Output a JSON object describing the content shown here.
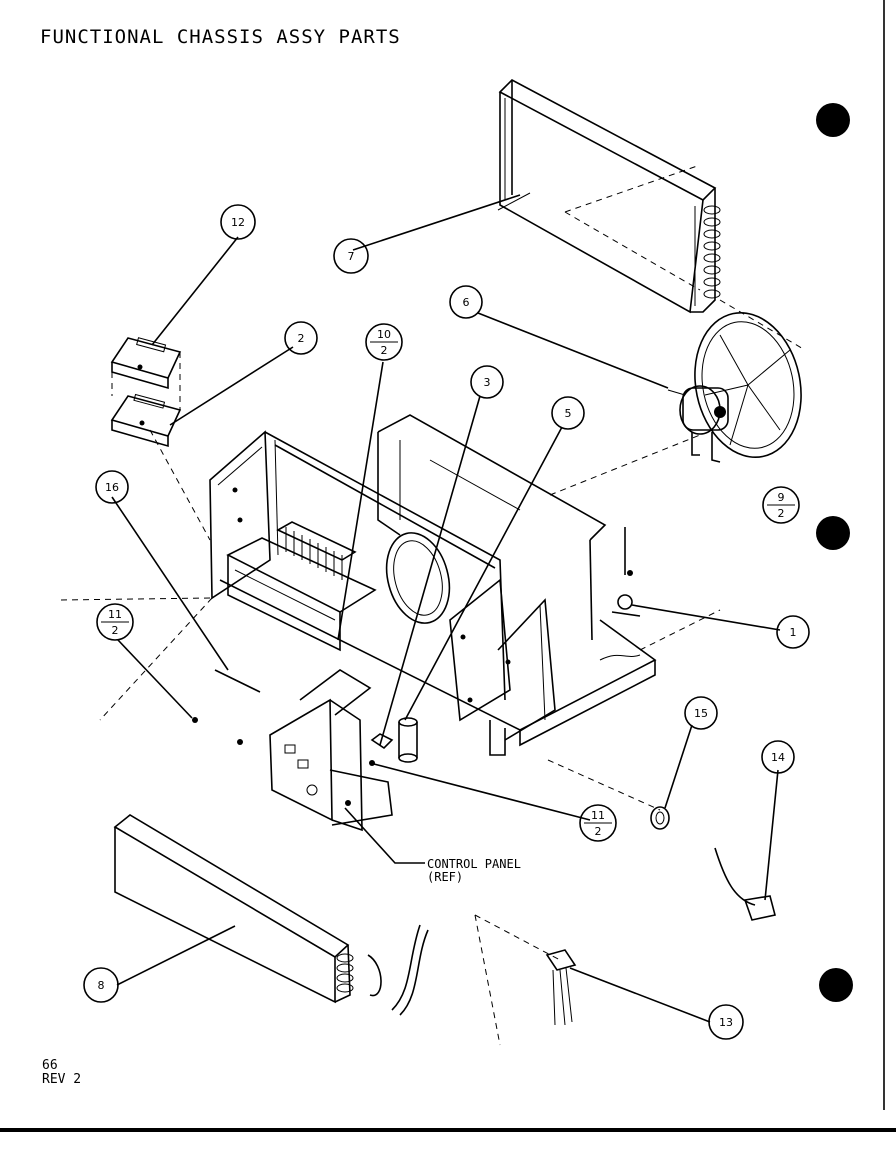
{
  "title": "FUNCTIONAL CHASSIS ASSY PARTS",
  "footer": {
    "page": "66",
    "revision": "REV 2"
  },
  "control_panel_label": [
    "CONTROL PANEL",
    "(REF)"
  ],
  "callouts": {
    "c1": "1",
    "c2": "2",
    "c3": "3",
    "c4": "14",
    "c5": "5",
    "c6": "6",
    "c7": "7",
    "c8": "8",
    "c12": "12",
    "c13": "13",
    "c15": "15",
    "c16": "16",
    "f10": {
      "top": "10",
      "bottom": "2"
    },
    "f9": {
      "top": "9",
      "bottom": "2"
    },
    "f11a": {
      "top": "11",
      "bottom": "2"
    },
    "f11b": {
      "top": "11",
      "bottom": "2"
    }
  }
}
